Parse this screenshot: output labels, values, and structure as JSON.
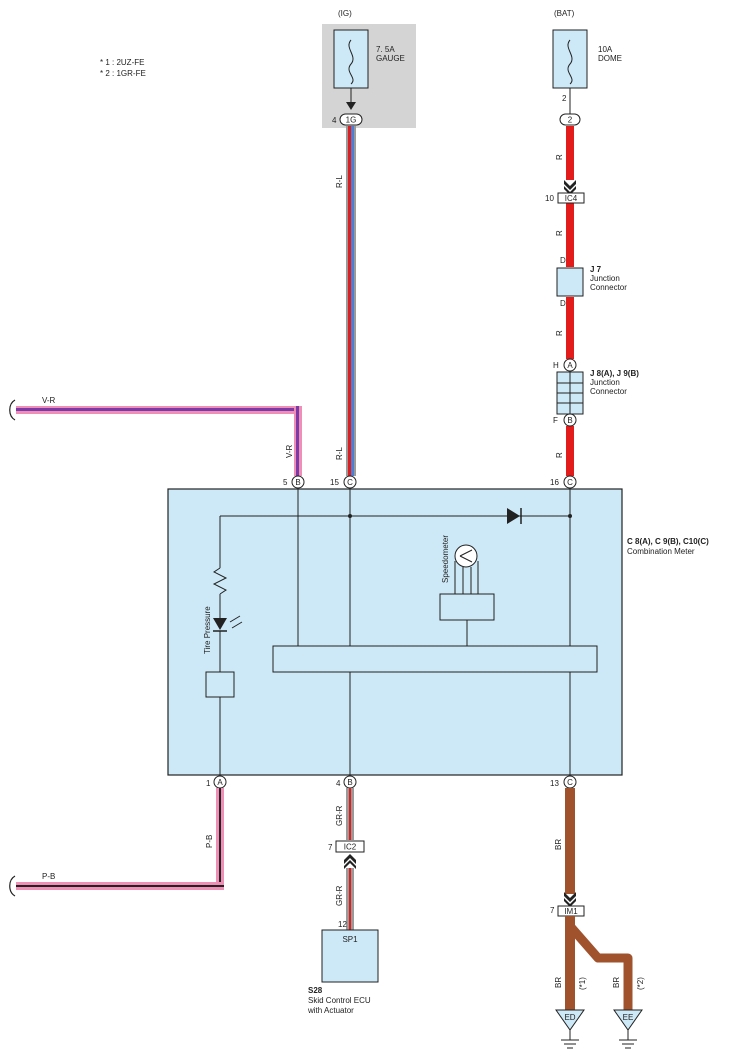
{
  "notes": [
    "* 1 : 2UZ-FE",
    "* 2 : 1GR-FE"
  ],
  "colors": {
    "box_fill": "#cde9f7",
    "gray_fill": "#d4d4d4",
    "wire_red": "#e21b1b",
    "wire_brown": "#a0522d",
    "wire_pink": "#f08fb6",
    "wire_violet": "#7a3aa8",
    "wire_blue": "#4a7fd6",
    "wire_gray": "#9a9a9a"
  },
  "fuses": {
    "ig": {
      "header": "(IG)",
      "rating": "7. 5A",
      "name": "GAUGE",
      "pin": "4",
      "connector": "1G"
    },
    "bat": {
      "header": "(BAT)",
      "rating": "10A",
      "name": "DOME",
      "pin_top": "2",
      "connector": "2"
    }
  },
  "bat_line": {
    "wire1": "R",
    "ic4": {
      "pin": "10",
      "label": "IC4"
    },
    "wire2": "R",
    "j7": {
      "pin_top": "D",
      "pin_bottom": "D",
      "name": "J 7",
      "desc1": "Junction",
      "desc2": "Connector"
    },
    "wire3": "R",
    "j8": {
      "pin_top": "H",
      "conn_top": "A",
      "pin_bottom": "F",
      "conn_bottom": "B",
      "name": "J 8(A), J 9(B)",
      "desc1": "Junction",
      "desc2": "Connector"
    },
    "wire4": "R"
  },
  "ig_wire": {
    "top": "R-L",
    "bottom": "R-L"
  },
  "vr_line": {
    "wire_left": "V-R",
    "wire_down": "V-R"
  },
  "meter": {
    "pin5": "5",
    "conn5": "B",
    "pin15": "15",
    "conn15": "C",
    "pin16": "16",
    "conn16": "C",
    "pin1": "1",
    "conn1": "A",
    "pin4": "4",
    "conn4": "B",
    "pin13": "13",
    "conn13": "C",
    "name": "C 8(A), C 9(B), C10(C)",
    "desc": "Combination Meter",
    "tire_pressure": "Tire Pressure",
    "speedometer": "Speedometer"
  },
  "pb_line": {
    "wire_down": "P-B",
    "wire_left": "P-B"
  },
  "skid": {
    "wire1": "GR-R",
    "ic2": {
      "pin": "7",
      "label": "IC2"
    },
    "wire2": "GR-R",
    "pin12": "12",
    "ecu_conn": "SP1",
    "ecu_name": "S28",
    "ecu_desc1": "Skid Control ECU",
    "ecu_desc2": "with Actuator"
  },
  "ground": {
    "wire1": "BR",
    "im1": {
      "pin": "7",
      "label": "IM1"
    },
    "wire_ed": "BR",
    "note_ed": "(*1)",
    "wire_ee": "BR",
    "note_ee": "(*2)",
    "ed": "ED",
    "ee": "EE"
  }
}
